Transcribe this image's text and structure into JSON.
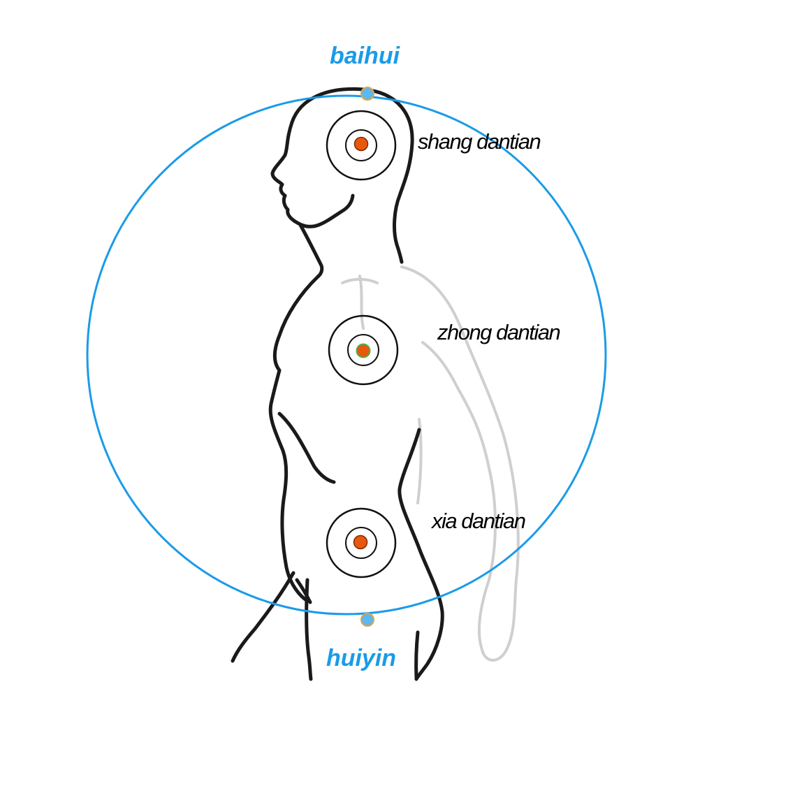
{
  "points": {
    "baihui": {
      "label": "baihui"
    },
    "huiyin": {
      "label": "huiyin"
    }
  },
  "dantians": {
    "shang": {
      "label": "shang dantian"
    },
    "zhong": {
      "label": "zhong dantian"
    },
    "xia": {
      "label": "xia dantian"
    }
  },
  "colors": {
    "orbit": "#1a9be8",
    "point_fill": "#5bb8f0",
    "point_stroke": "#f0a030",
    "dantian_core": "#e8580c",
    "dantian_core_stroke_zhong": "#4caf50",
    "figure_outline": "#1a1a1a",
    "figure_ghost": "#c8c8c8"
  }
}
